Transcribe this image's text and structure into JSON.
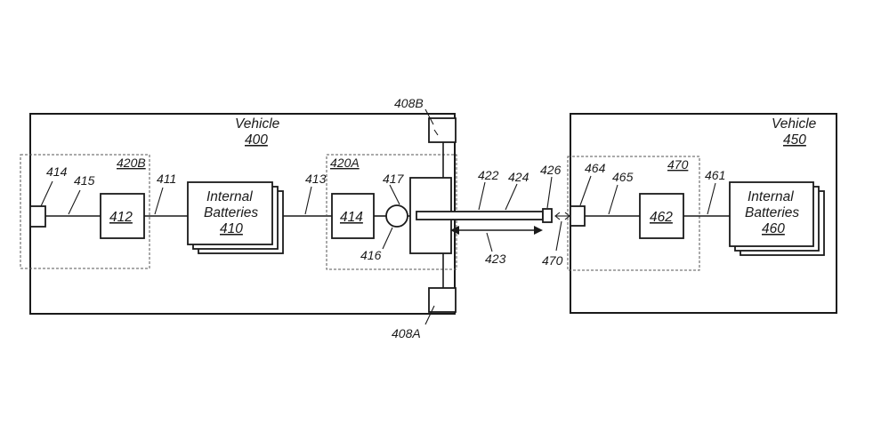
{
  "vehicle_left": {
    "title": "Vehicle",
    "number": "400"
  },
  "vehicle_right": {
    "title": "Vehicle",
    "number": "450"
  },
  "battery_left": {
    "line1": "Internal",
    "line2": "Batteries",
    "number": "410"
  },
  "battery_right": {
    "line1": "Internal",
    "line2": "Batteries",
    "number": "460"
  },
  "refs": {
    "r408a": "408A",
    "r408b": "408B",
    "r411": "411",
    "r412": "412",
    "r413": "413",
    "r414_connector": "414",
    "r414_box": "414",
    "r415": "415",
    "r416": "416",
    "r417": "417",
    "r420a": "420A",
    "r420b": "420B",
    "r422": "422",
    "r423": "423",
    "r424": "424",
    "r426": "426",
    "r461": "461",
    "r462": "462",
    "r464": "464",
    "r465": "465",
    "r470_region": "470",
    "r470_arrow": "470"
  }
}
